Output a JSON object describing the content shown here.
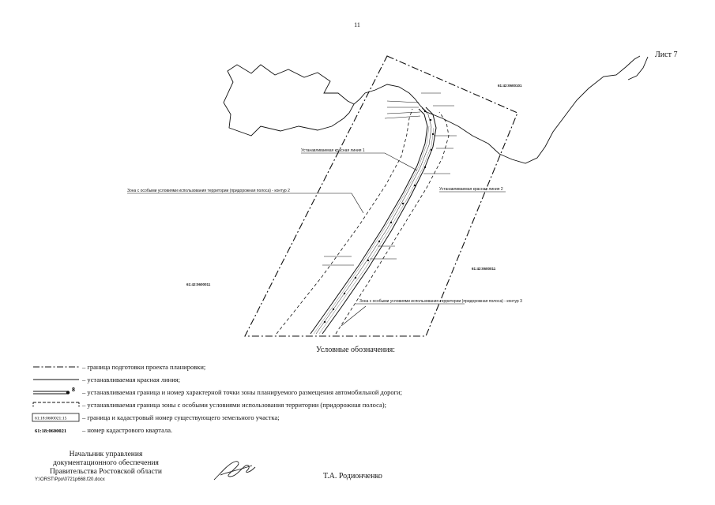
{
  "page": {
    "number": "11",
    "sheet": "Лист 7"
  },
  "map": {
    "labels": {
      "red_line_1": "Устанавливаемая красная линия 1",
      "red_line_2": "Устанавливаемая красная линия 2",
      "zone_contour_2": "Зона с особыми условиями использования территории (придорожная полоса) - контур 2",
      "zone_contour_3": "Зона с особыми условиями использования территории (придорожная полоса) - контур 3"
    },
    "quarters": {
      "top": "61:42:0600101",
      "right": "61:42:0600011",
      "left": "61:42:0600011"
    }
  },
  "legend": {
    "title": "Условные обозначения:",
    "items": [
      "– граница подготовки проекта планировки;",
      "– устанавливаемая красная линия;",
      "– устанавливаемая граница и номер характерной точки зоны планируемого размещения автомобильной дороги;",
      "– устанавливаемая граница зоны с особыми условиями использования территории (придорожная полоса);",
      "– граница и кадастровый номер существующего земельного участка;",
      "– номер кадастрового квартала."
    ],
    "point_number": "8",
    "parcel_sample": "61:18:0600021:15",
    "quarter_sample": "61:18:0600021"
  },
  "signature": {
    "position_lines": [
      "Начальник управления",
      "документационного обеспечения",
      "Правительства Ростовской области"
    ],
    "name": "Т.А. Родионченко",
    "file_path": "Y:\\ORST\\Ppo\\0721p668.f20.docx"
  }
}
